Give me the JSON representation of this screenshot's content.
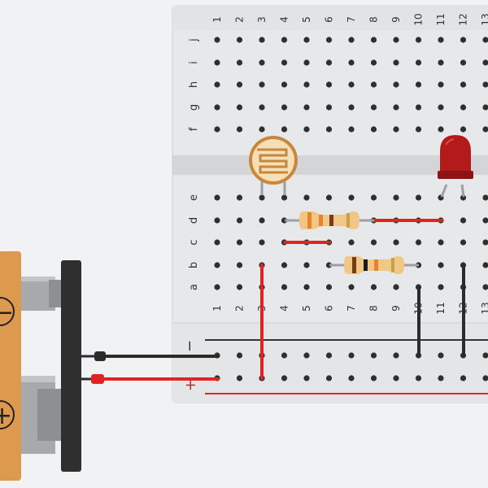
{
  "breadboard": {
    "column_numbers": [
      "1",
      "2",
      "3",
      "4",
      "5",
      "6",
      "7",
      "8",
      "9",
      "10",
      "11",
      "12",
      "13"
    ],
    "top_row_labels": [
      "f",
      "g",
      "h",
      "i",
      "j"
    ],
    "bottom_row_labels": [
      "a",
      "b",
      "c",
      "d",
      "e"
    ],
    "rail_negative_label": "−",
    "rail_positive_label": "+"
  },
  "battery": {
    "negative_symbol": "−",
    "positive_symbol": "+"
  },
  "components": [
    "photoresistor",
    "led",
    "resistor",
    "resistor",
    "jumper-wire",
    "jumper-wire",
    "jumper-wire",
    "jumper-wire",
    "jumper-wire",
    "jumper-wire",
    "battery-lead-black",
    "battery-lead-red"
  ],
  "colors": {
    "board": "#e7e8ea",
    "trench": "#d3d4d6",
    "rail_negative": "#333333",
    "rail_positive": "#d12c2c",
    "wire_red": "#e02424",
    "wire_black": "#2b2b2b",
    "battery_body": "#dd9a4e",
    "led": "#b31b1b"
  }
}
